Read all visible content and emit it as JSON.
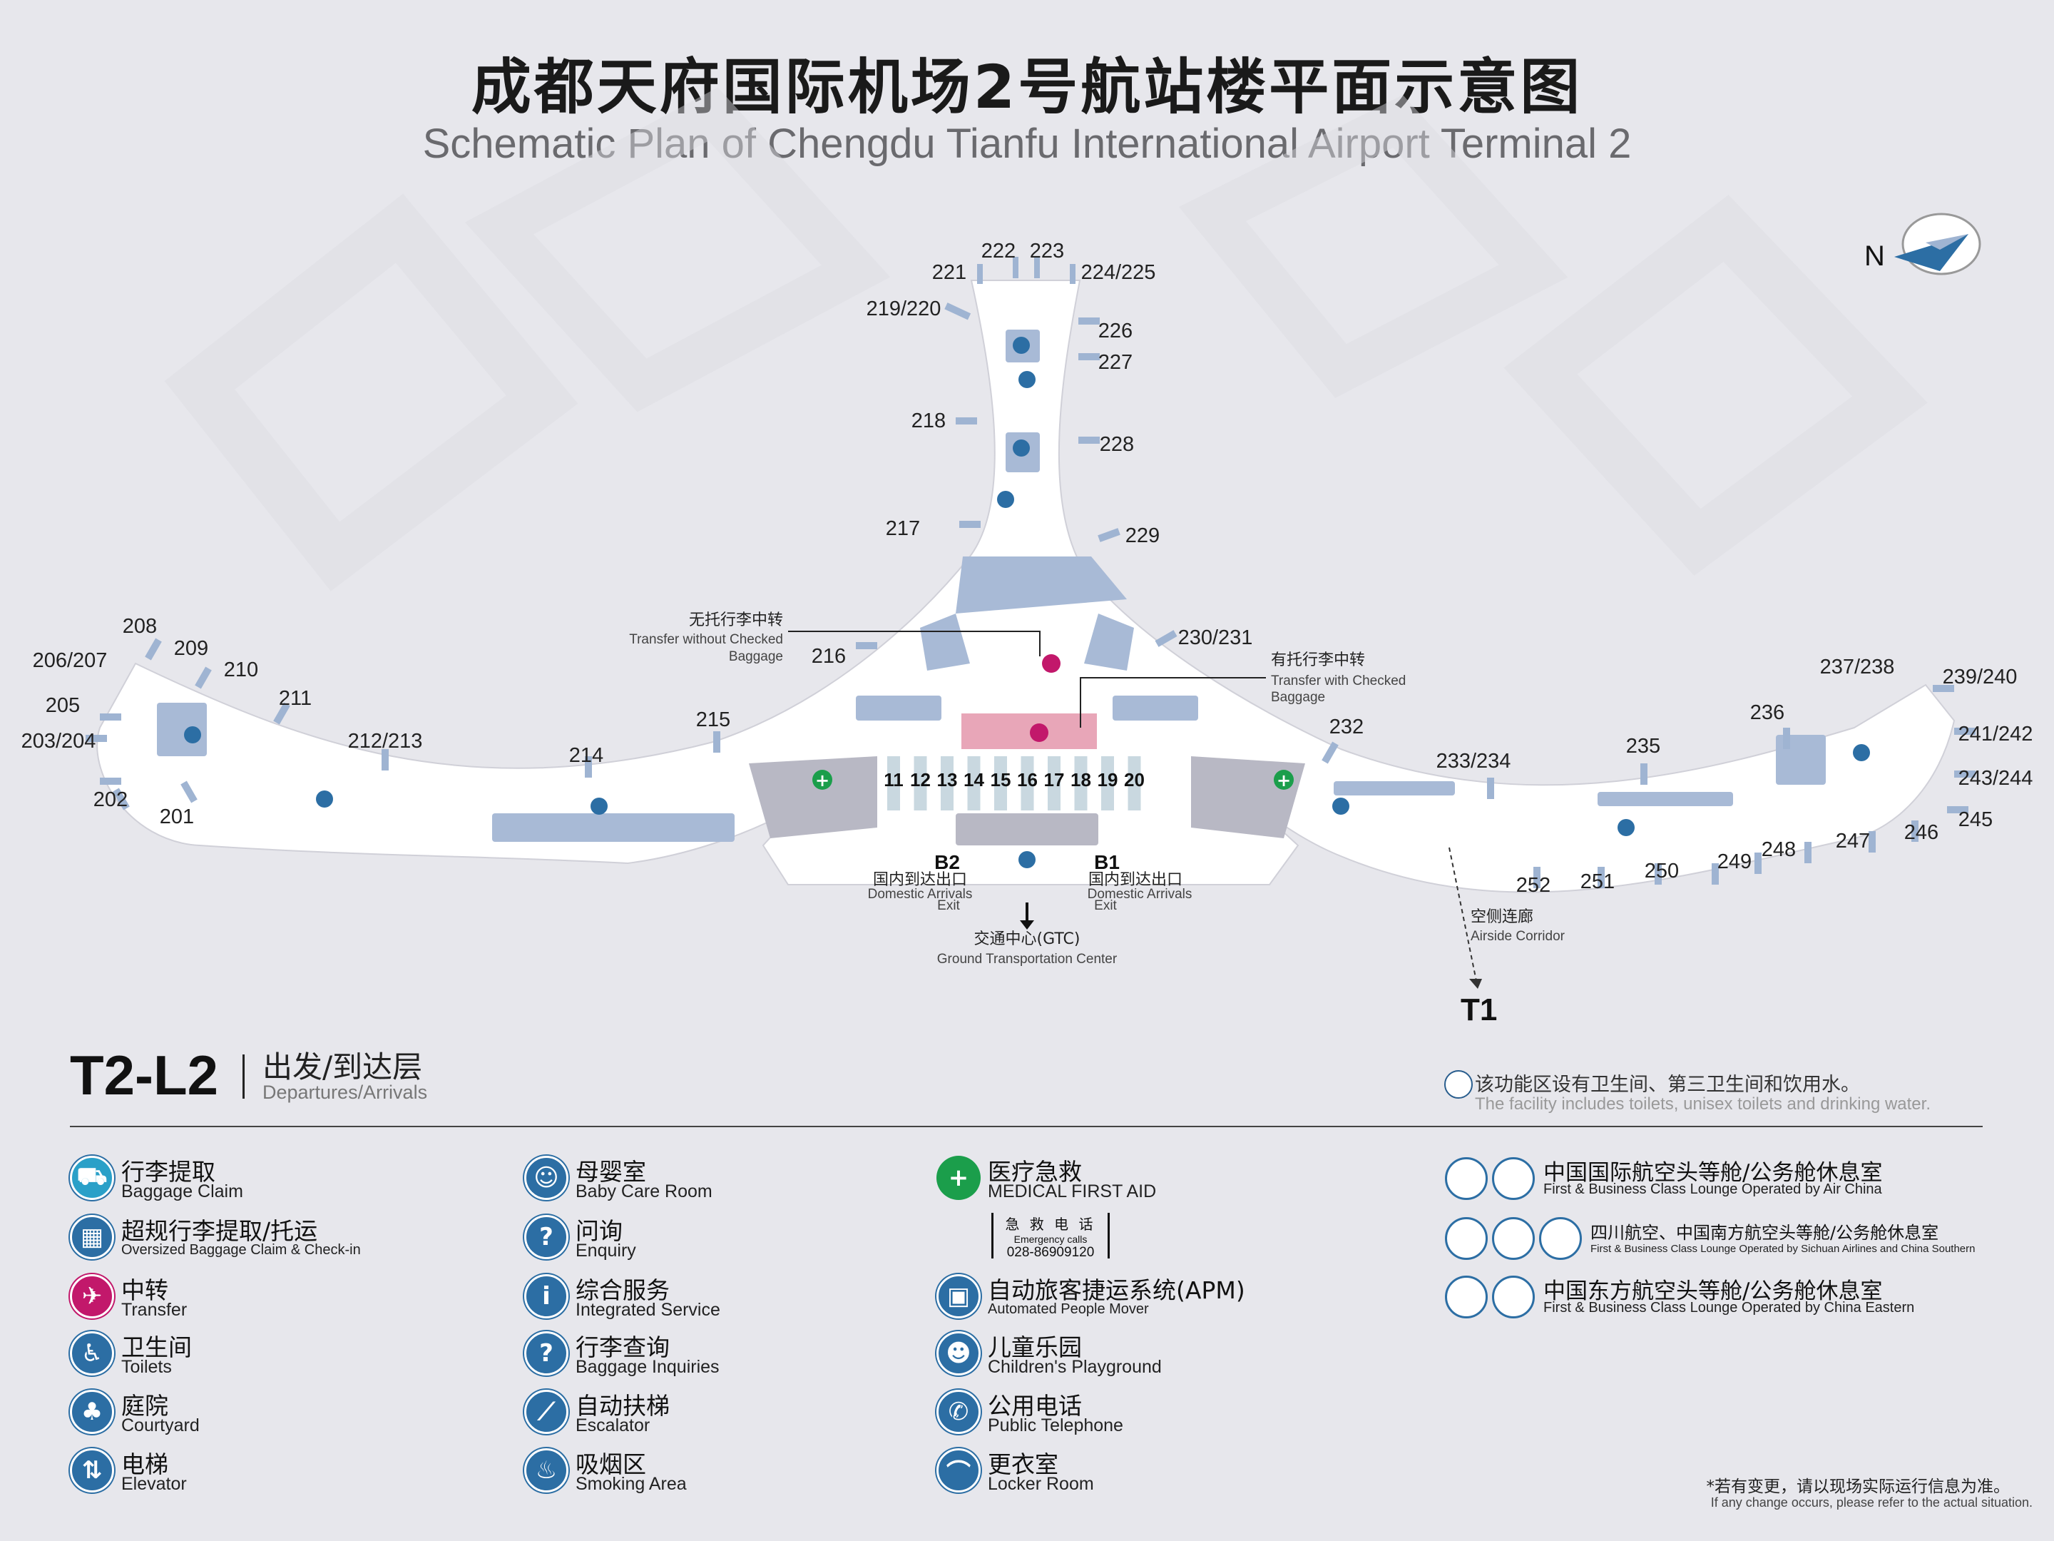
{
  "title": {
    "cn": "成都天府国际机场2号航站楼平面示意图",
    "en": "Schematic Plan of Chengdu Tianfu International Airport Terminal 2"
  },
  "compass": {
    "label": "N"
  },
  "gates": [
    "201",
    "202",
    "203/204",
    "205",
    "206/207",
    "208",
    "209",
    "210",
    "211",
    "212/213",
    "214",
    "215",
    "216",
    "217",
    "218",
    "219/220",
    "221",
    "222",
    "223",
    "224/225",
    "226",
    "227",
    "228",
    "229",
    "230/231",
    "232",
    "233/234",
    "235",
    "236",
    "237/238",
    "239/240",
    "241/242",
    "243/244",
    "245",
    "246",
    "247",
    "248",
    "249",
    "250",
    "251",
    "252"
  ],
  "domestic_gates": [
    "11",
    "12",
    "13",
    "14",
    "15",
    "16",
    "17",
    "18",
    "19",
    "20"
  ],
  "callouts": {
    "transfer_without": {
      "cn": "无托行李中转",
      "en1": "Transfer without Checked",
      "en2": "Baggage"
    },
    "transfer_with": {
      "cn": "有托行李中转",
      "en1": "Transfer with Checked",
      "en2": "Baggage"
    },
    "exit_b2": {
      "code": "B2",
      "cn": "国内到达出口",
      "en1": "Domestic Arrivals",
      "en2": "Exit"
    },
    "exit_b1": {
      "code": "B1",
      "cn": "国内到达出口",
      "en1": "Domestic Arrivals",
      "en2": "Exit"
    },
    "gtc": {
      "cn": "交通中心(GTC)",
      "en": "Ground Transportation Center"
    },
    "corridor": {
      "cn": "空侧连廊",
      "en": "Airside Corridor"
    },
    "t1": "T1"
  },
  "level": {
    "code": "T2-L2",
    "cn": "出发/到达层",
    "en": "Departures/Arrivals"
  },
  "facility_note": {
    "cn": "该功能区设有卫生间、第三卫生间和饮用水。",
    "en": "The facility includes toilets, unisex toilets and drinking water."
  },
  "legend": [
    {
      "icon": "baggage-claim-icon",
      "cn": "行李提取",
      "en": "Baggage Claim",
      "col": 0,
      "row": 0,
      "style": "teal",
      "glyph": "⛟"
    },
    {
      "icon": "oversized-baggage-icon",
      "cn": "超规行李提取/托运",
      "en": "Oversized Baggage Claim & Check-in",
      "col": 0,
      "row": 1,
      "style": "blue",
      "glyph": "▦",
      "small": true
    },
    {
      "icon": "transfer-icon",
      "cn": "中转",
      "en": "Transfer",
      "col": 0,
      "row": 2,
      "style": "mag",
      "glyph": "✈"
    },
    {
      "icon": "toilets-icon",
      "cn": "卫生间",
      "en": "Toilets",
      "col": 0,
      "row": 3,
      "style": "blue",
      "glyph": "♿"
    },
    {
      "icon": "courtyard-icon",
      "cn": "庭院",
      "en": "Courtyard",
      "col": 0,
      "row": 4,
      "style": "blue",
      "glyph": "♣"
    },
    {
      "icon": "elevator-icon",
      "cn": "电梯",
      "en": "Elevator",
      "col": 0,
      "row": 5,
      "style": "blue",
      "glyph": "⇅"
    },
    {
      "icon": "baby-care-icon",
      "cn": "母婴室",
      "en": "Baby Care Room",
      "col": 1,
      "row": 0,
      "style": "blue",
      "glyph": "☺"
    },
    {
      "icon": "enquiry-icon",
      "cn": "问询",
      "en": "Enquiry",
      "col": 1,
      "row": 1,
      "style": "blue",
      "glyph": "?"
    },
    {
      "icon": "info-icon",
      "cn": "综合服务",
      "en": "Integrated Service",
      "col": 1,
      "row": 2,
      "style": "blue",
      "glyph": "i"
    },
    {
      "icon": "baggage-inquiry-icon",
      "cn": "行李查询",
      "en": "Baggage Inquiries",
      "col": 1,
      "row": 3,
      "style": "blue",
      "glyph": "?"
    },
    {
      "icon": "escalator-icon",
      "cn": "自动扶梯",
      "en": "Escalator",
      "col": 1,
      "row": 4,
      "style": "blue",
      "glyph": "⟋"
    },
    {
      "icon": "smoking-icon",
      "cn": "吸烟区",
      "en": "Smoking Area",
      "col": 1,
      "row": 5,
      "style": "blue",
      "glyph": "♨"
    },
    {
      "icon": "first-aid-icon",
      "cn": "医疗急救",
      "en": "MEDICAL FIRST AID",
      "col": 2,
      "row": 0,
      "style": "green",
      "glyph": "+"
    },
    {
      "icon": "apm-icon",
      "cn": "自动旅客捷运系统(APM)",
      "en": "Automated People Mover",
      "col": 2,
      "row": 2,
      "style": "blue",
      "glyph": "▣",
      "small": true
    },
    {
      "icon": "playground-icon",
      "cn": "儿童乐园",
      "en": "Children's Playground",
      "col": 2,
      "row": 3,
      "style": "blue",
      "glyph": "☻"
    },
    {
      "icon": "telephone-icon",
      "cn": "公用电话",
      "en": "Public Telephone",
      "col": 2,
      "row": 4,
      "style": "blue",
      "glyph": "✆"
    },
    {
      "icon": "locker-room-icon",
      "cn": "更衣室",
      "en": "Locker Room",
      "col": 2,
      "row": 5,
      "style": "blue",
      "glyph": "⌒"
    }
  ],
  "emergency": {
    "cn": "急 救 电 话",
    "en": "Emergency calls",
    "phone": "028-86909120"
  },
  "lounges": [
    {
      "cn": "中国国际航空头等舱/公务舱休息室",
      "en": "First & Business Class Lounge Operated by Air China",
      "row": 0,
      "icons": 2
    },
    {
      "cn": "四川航空、中国南方航空头等舱/公务舱休息室",
      "en": "First & Business Class Lounge Operated by Sichuan Airlines and China Southern",
      "row": 1,
      "icons": 3
    },
    {
      "cn": "中国东方航空头等舱/公务舱休息室",
      "en": "First & Business Class Lounge Operated by China Eastern",
      "row": 2,
      "icons": 2
    }
  ],
  "footnote": {
    "cn": "*若有变更，请以现场实际运行信息为准。",
    "en": "If any change occurs, please refer to the actual situation."
  },
  "colors": {
    "building": "#ffffff",
    "gate_bar": "#9fb4d2",
    "zone": "#a8bad6",
    "pink": "#e8a6b8",
    "transfer": "#c2186b",
    "aid": "#1b9e4b"
  }
}
